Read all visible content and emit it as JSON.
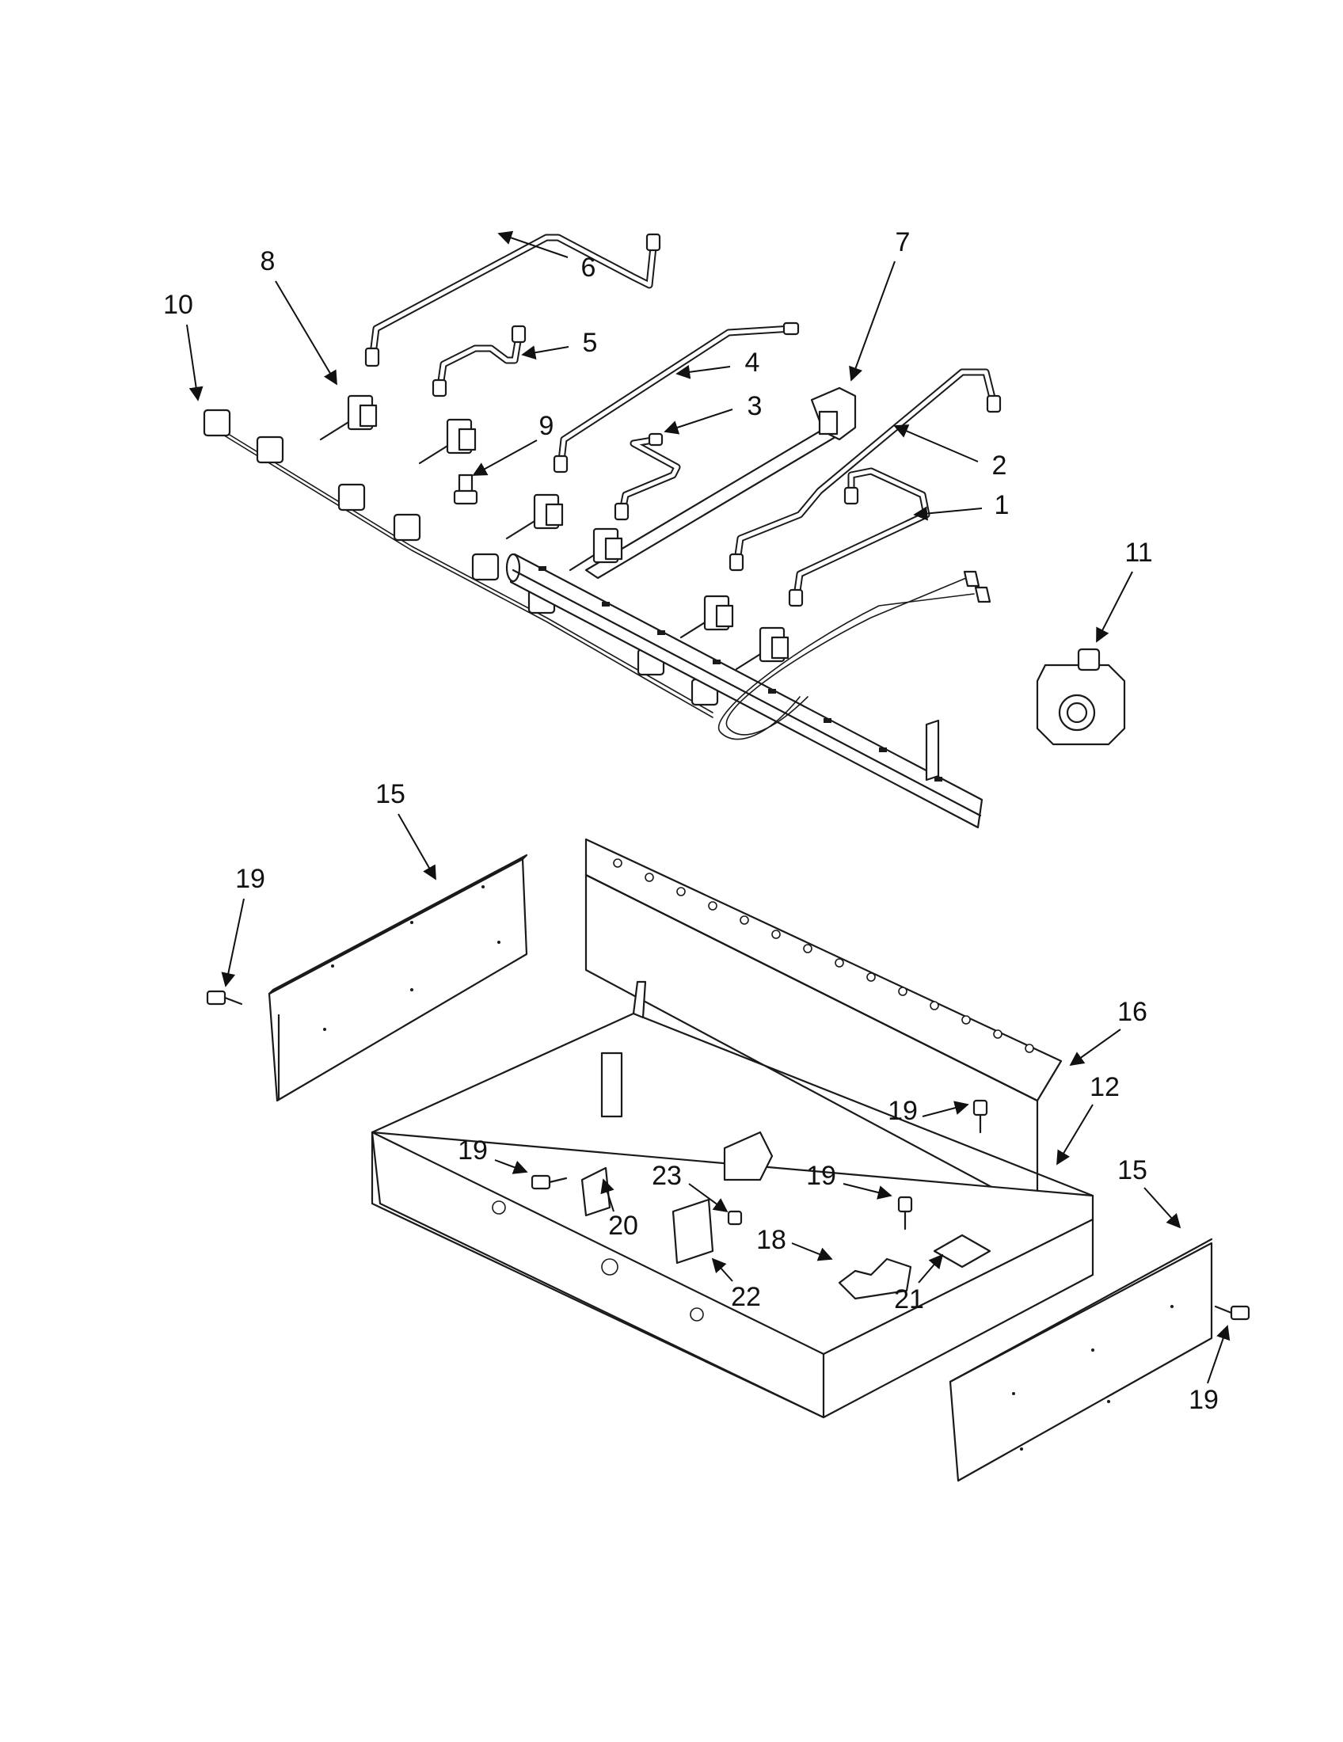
{
  "callouts": [
    {
      "id": "c1",
      "label": "1"
    },
    {
      "id": "c2",
      "label": "2"
    },
    {
      "id": "c3",
      "label": "3"
    },
    {
      "id": "c4",
      "label": "4"
    },
    {
      "id": "c5",
      "label": "5"
    },
    {
      "id": "c6",
      "label": "6"
    },
    {
      "id": "c7",
      "label": "7"
    },
    {
      "id": "c8",
      "label": "8"
    },
    {
      "id": "c9",
      "label": "9"
    },
    {
      "id": "c10",
      "label": "10"
    },
    {
      "id": "c11",
      "label": "11"
    },
    {
      "id": "c12",
      "label": "12"
    },
    {
      "id": "c15a",
      "label": "15"
    },
    {
      "id": "c15b",
      "label": "15"
    },
    {
      "id": "c16",
      "label": "16"
    },
    {
      "id": "c18",
      "label": "18"
    },
    {
      "id": "c19a",
      "label": "19"
    },
    {
      "id": "c19b",
      "label": "19"
    },
    {
      "id": "c19c",
      "label": "19"
    },
    {
      "id": "c19d",
      "label": "19"
    },
    {
      "id": "c19e",
      "label": "19"
    },
    {
      "id": "c20",
      "label": "20"
    },
    {
      "id": "c21",
      "label": "21"
    },
    {
      "id": "c22",
      "label": "22"
    },
    {
      "id": "c23",
      "label": "23"
    }
  ]
}
